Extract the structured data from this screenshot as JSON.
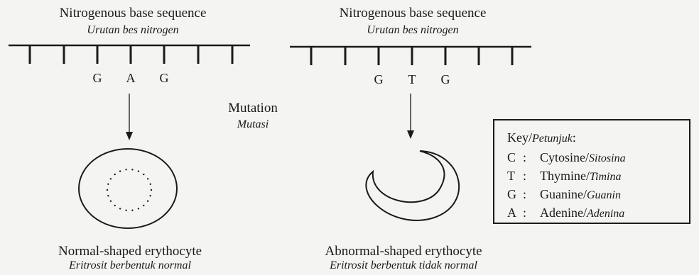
{
  "left": {
    "title": "Nitrogenous base sequence",
    "subtitle": "Urutan bes nitrogen",
    "bases": [
      "G",
      "A",
      "G"
    ],
    "caption": "Normal-shaped erythocyte",
    "caption_sub": "Eritrosit berbentuk normal"
  },
  "right": {
    "title": "Nitrogenous base sequence",
    "subtitle": "Urutan bes nitrogen",
    "bases": [
      "G",
      "T",
      "G"
    ],
    "caption": "Abnormal-shaped erythocyte",
    "caption_sub": "Eritrosit berbentuk tidak normal"
  },
  "mutation": {
    "label": "Mutation",
    "label_sub": "Mutasi"
  },
  "key": {
    "heading": "Key/",
    "heading_sub": "Petunjuk",
    "heading_end": ":",
    "entries": [
      {
        "letter": "C",
        "sep": ":",
        "name": "Cytosine/",
        "name_sub": "Sitosina"
      },
      {
        "letter": "T",
        "sep": ":",
        "name": "Thymine/",
        "name_sub": "Timina"
      },
      {
        "letter": "G",
        "sep": ":",
        "name": "Guanine/",
        "name_sub": "Guanin"
      },
      {
        "letter": "A",
        "sep": ":",
        "name": "Adenine/",
        "name_sub": "Adenina"
      }
    ]
  }
}
